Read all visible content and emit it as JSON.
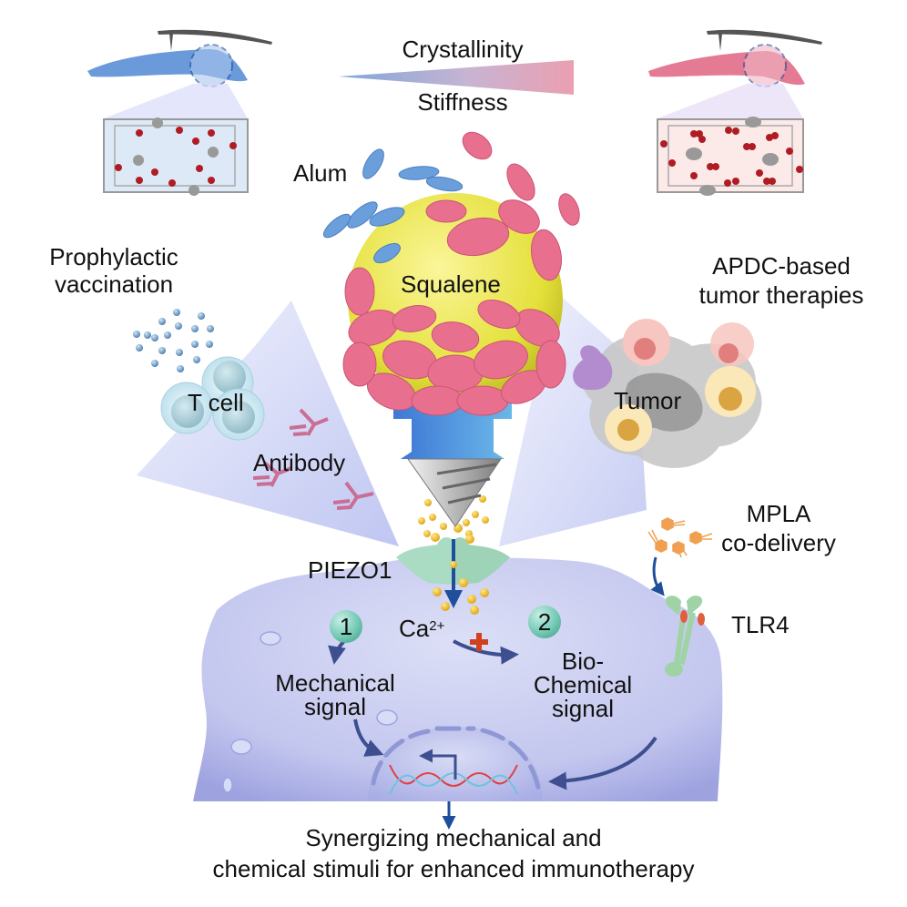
{
  "figure": {
    "gradient_bar": {
      "top_label": "Crystallinity",
      "bottom_label": "Stiffness",
      "color_low": "#7fa6d8",
      "color_high": "#eb9fb1"
    },
    "left_crystal": {
      "color": "#5b8fd6",
      "state": "low crystallinity"
    },
    "right_crystal": {
      "color": "#e26b88",
      "state": "high crystallinity"
    },
    "particle": {
      "alum_label": "Alum",
      "core_label": "Squalene",
      "alum_colors": [
        "#6a9fdc",
        "#e8708e"
      ],
      "core_color": "#e6e33a"
    },
    "left_application": {
      "title_line1": "Prophylactic",
      "title_line2": "vaccination",
      "tcell_label": "T cell",
      "antibody_label": "Antibody"
    },
    "right_application": {
      "title_line1": "APDC-based",
      "title_line2": "tumor therapies",
      "tumor_label": "Tumor"
    },
    "mpla": {
      "line1": "MPLA",
      "line2": "co-delivery",
      "receptor_label": "TLR4"
    },
    "cell": {
      "channel_label": "PIEZO1",
      "ion_label": "Ca",
      "ion_charge": "2+",
      "plus_symbol": "+",
      "step1_number": "1",
      "step1_line1": "Mechanical",
      "step1_line2": "signal",
      "step2_number": "2",
      "step2_line1": "Bio-",
      "step2_line2": "Chemical",
      "step2_line3": "signal",
      "membrane_color": "#b9bde8",
      "arrow_color": "#3d4f8f"
    },
    "caption": {
      "line1": "Synergizing mechanical and",
      "line2": "chemical stimuli for enhanced immunotherapy"
    }
  }
}
